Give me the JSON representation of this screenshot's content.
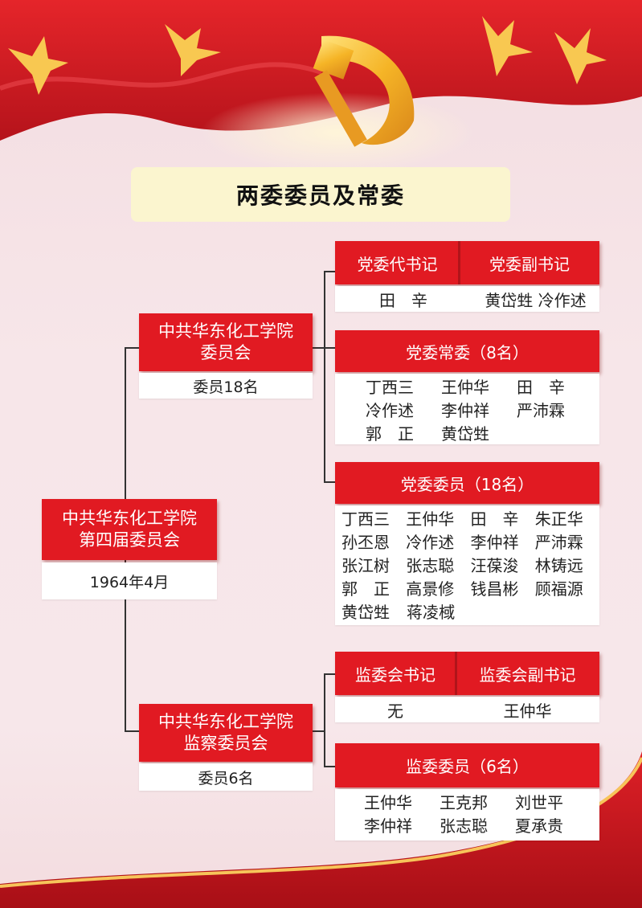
{
  "title": "两委委员及常委",
  "root": {
    "line1": "中共华东化工学院",
    "line2": "第四届委员会",
    "date": "1964年4月"
  },
  "party_committee": {
    "line1": "中共华东化工学院",
    "line2": "委员会",
    "count": "委员18名",
    "secretary_label": "党委代书记",
    "secretary_names": "田　辛",
    "deputy_label": "党委副书记",
    "deputy_names": "黄岱甡 冷作述",
    "standing_title": "党委常委（8名）",
    "standing_rows": [
      [
        "丁西三",
        "王仲华",
        "田　辛"
      ],
      [
        "冷作述",
        "李仲祥",
        "严沛霖"
      ],
      [
        "郭　正",
        "黄岱甡"
      ]
    ],
    "members_title": "党委委员（18名）",
    "members_rows": [
      [
        "丁西三",
        "王仲华",
        "田　辛",
        "朱正华"
      ],
      [
        "孙丕恩",
        "冷作述",
        "李仲祥",
        "严沛霖"
      ],
      [
        "张江树",
        "张志聪",
        "汪葆浚",
        "林铸远"
      ],
      [
        "郭　正",
        "高景修",
        "钱昌彬",
        "顾福源"
      ],
      [
        "黄岱甡",
        "蒋凌棫"
      ]
    ]
  },
  "supervision_committee": {
    "line1": "中共华东化工学院",
    "line2": "监察委员会",
    "count": "委员6名",
    "secretary_label": "监委会书记",
    "secretary_names": "无",
    "deputy_label": "监委会副书记",
    "deputy_names": "王仲华",
    "members_title": "监委委员（6名）",
    "members_rows": [
      [
        "王仲华",
        "王克邦",
        "刘世平"
      ],
      [
        "李仲祥",
        "张志聪",
        "夏承贵"
      ]
    ]
  }
}
